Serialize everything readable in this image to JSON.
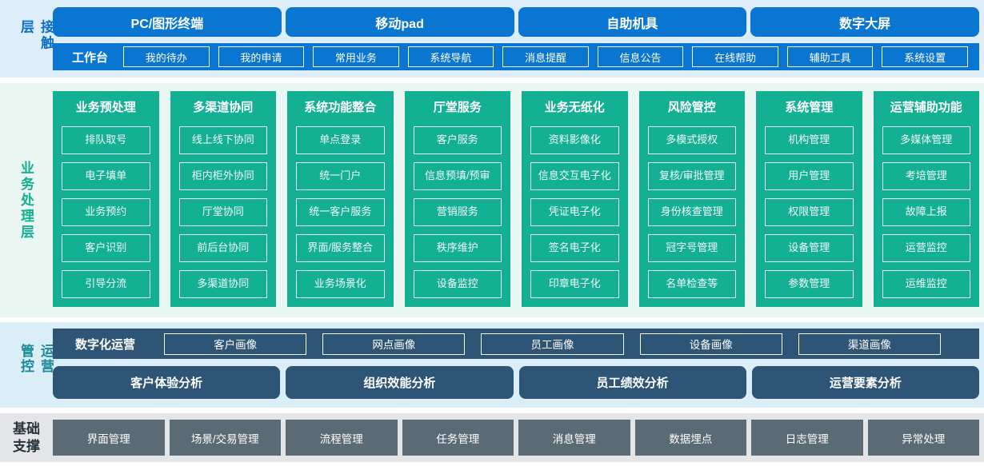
{
  "colors": {
    "primary_blue": "#0a76d2",
    "contact_band": "#ddeefa",
    "green": "#14b094",
    "business_band": "#e9f6f1",
    "navy": "#2e5575",
    "operations_band": "#d9eef6",
    "slate": "#5b6b75",
    "foundation_band": "#e3e5e8"
  },
  "contact_layer": {
    "label": "接触层",
    "terminals": [
      "PC/图形终端",
      "移动pad",
      "自助机具",
      "数字大屏"
    ],
    "workbench": {
      "label": "工作台",
      "items": [
        "我的待办",
        "我的申请",
        "常用业务",
        "系统导航",
        "消息提醒",
        "信息公告",
        "在线帮助",
        "辅助工具",
        "系统设置"
      ]
    }
  },
  "business_layer": {
    "label": "业务处理层",
    "columns": [
      {
        "title": "业务预处理",
        "items": [
          "排队取号",
          "电子填单",
          "业务预约",
          "客户识别",
          "引导分流"
        ]
      },
      {
        "title": "多渠道协同",
        "items": [
          "线上线下协同",
          "柜内柜外协同",
          "厅堂协同",
          "前后台协同",
          "多渠道协同"
        ]
      },
      {
        "title": "系统功能整合",
        "items": [
          "单点登录",
          "统一门户",
          "统一客户服务",
          "界面/服务整合",
          "业务场景化"
        ]
      },
      {
        "title": "厅堂服务",
        "items": [
          "客户服务",
          "信息预填/预审",
          "营销服务",
          "秩序维护",
          "设备监控"
        ]
      },
      {
        "title": "业务无纸化",
        "items": [
          "资料影像化",
          "信息交互电子化",
          "凭证电子化",
          "签名电子化",
          "印章电子化"
        ]
      },
      {
        "title": "风险管控",
        "items": [
          "多模式授权",
          "复核/审批管理",
          "身份核查管理",
          "冠字号管理",
          "名单检查等"
        ]
      },
      {
        "title": "系统管理",
        "items": [
          "机构管理",
          "用户管理",
          "权限管理",
          "设备管理",
          "参数管理"
        ]
      },
      {
        "title": "运营辅助功能",
        "items": [
          "多媒体管理",
          "考培管理",
          "故障上报",
          "运营监控",
          "运维监控"
        ]
      }
    ]
  },
  "operations_layer": {
    "label": "运营管控",
    "digital_operations": {
      "label": "数字化运营",
      "items": [
        "客户画像",
        "网点画像",
        "员工画像",
        "设备画像",
        "渠道画像"
      ]
    },
    "analysis_items": [
      "客户体验分析",
      "组织效能分析",
      "员工绩效分析",
      "运营要素分析"
    ]
  },
  "foundation_layer": {
    "label": "基础支撑",
    "items": [
      "界面管理",
      "场景/交易管理",
      "流程管理",
      "任务管理",
      "消息管理",
      "数据埋点",
      "日志管理",
      "异常处理"
    ]
  }
}
